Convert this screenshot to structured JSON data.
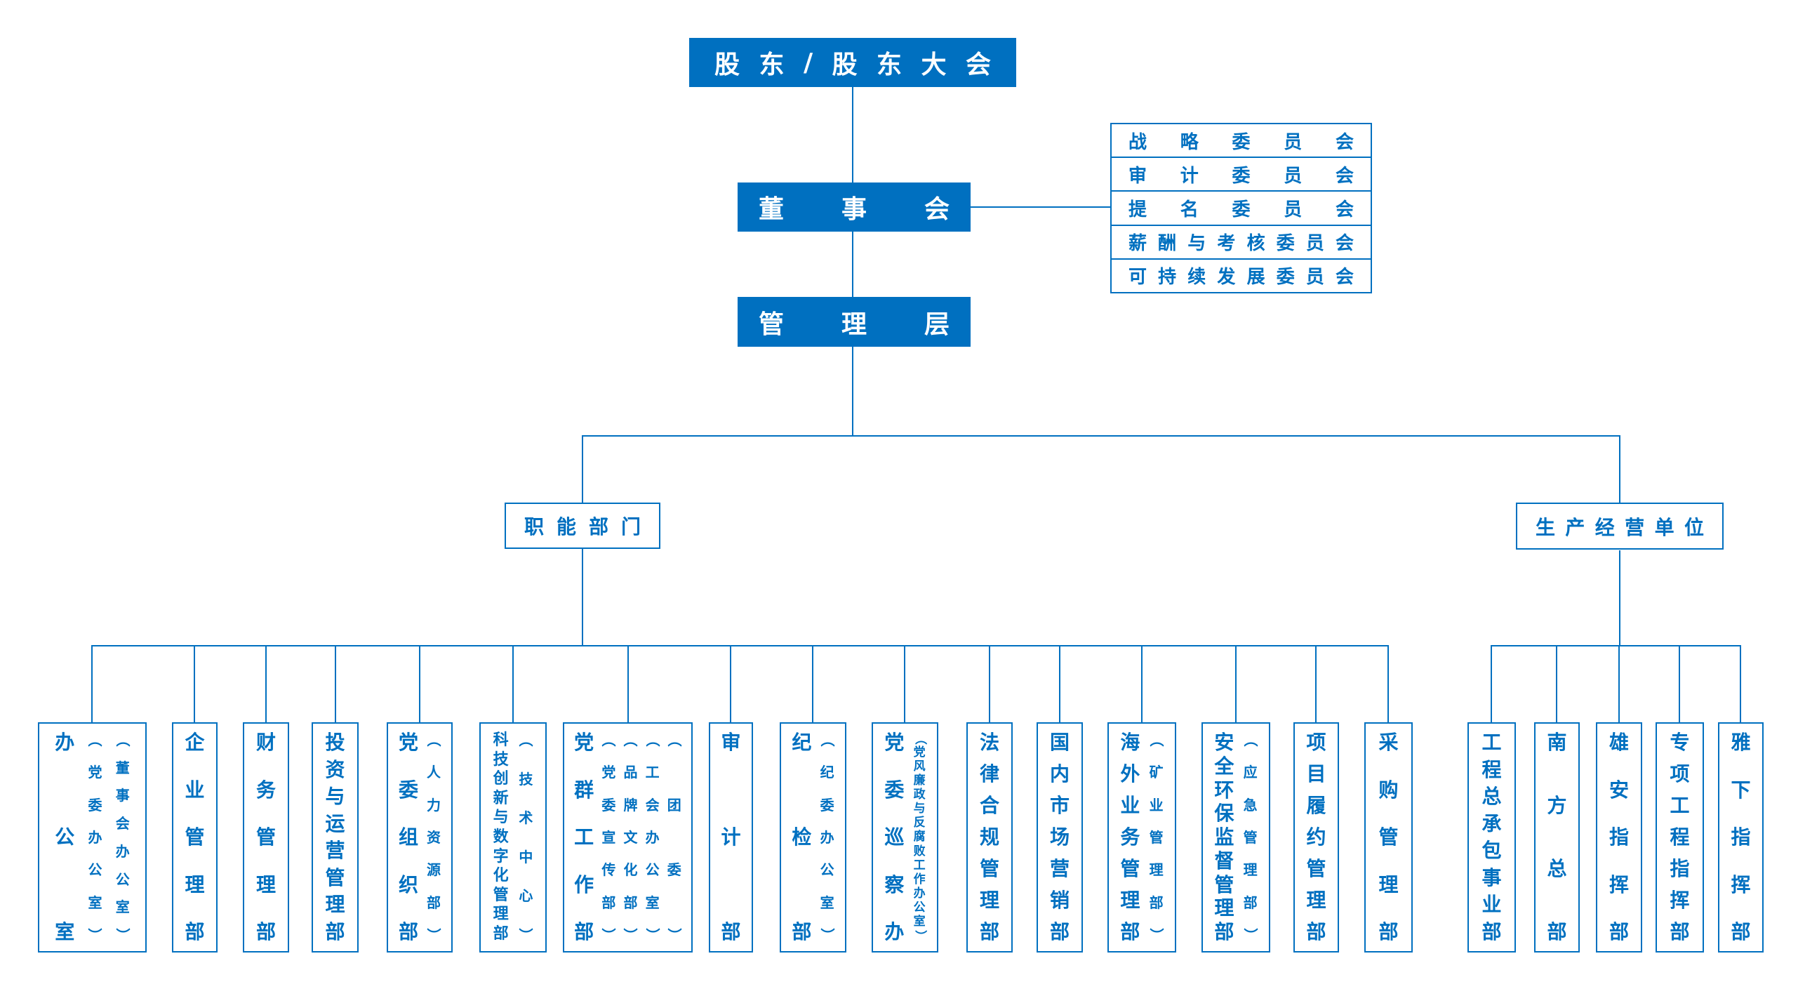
{
  "colors": {
    "accent": "#0070C0",
    "background": "#FFFFFF",
    "node_text": "#FFFFFF"
  },
  "nodes": {
    "shareholders": "股东/股东大会",
    "board": "董事会",
    "management": "管理层",
    "functional_header": "职能部门",
    "production_header": "生产经营单位"
  },
  "committees": [
    "战略委员会",
    "审计委员会",
    "提名委员会",
    "薪酬与考核委员会",
    "可持续发展委员会"
  ],
  "departments": [
    {
      "label": "办公室",
      "subs": [
        "（党委办公室）",
        "（董事会办公室）"
      ]
    },
    {
      "label": "企业管理部",
      "subs": []
    },
    {
      "label": "财务管理部",
      "subs": []
    },
    {
      "label": "投资与运营管理部",
      "subs": []
    },
    {
      "label": "党委组织部",
      "subs": [
        "（人力资源部）"
      ]
    },
    {
      "label": "科技创新与数字化管理部",
      "subs": [
        "（技术中心）"
      ]
    },
    {
      "label": "党群工作部",
      "subs": [
        "（党委宣传部）",
        "（品牌文化部）",
        "（工会办公室）",
        "（团委）"
      ]
    },
    {
      "label": "审计部",
      "subs": []
    },
    {
      "label": "纪检部",
      "subs": [
        "（纪委办公室）"
      ]
    },
    {
      "label": "党委巡察办",
      "subs": [
        "（党风廉政与反腐败工作办公室）"
      ]
    },
    {
      "label": "法律合规管理部",
      "subs": []
    },
    {
      "label": "国内市场营销部",
      "subs": []
    },
    {
      "label": "海外业务管理部",
      "subs": [
        "（矿业管理部）"
      ]
    },
    {
      "label": "安全环保监督管理部",
      "subs": [
        "（应急管理部）"
      ]
    },
    {
      "label": "项目履约管理部",
      "subs": []
    },
    {
      "label": "采购管理部",
      "subs": []
    }
  ],
  "production_units": [
    {
      "label": "工程总承包事业部"
    },
    {
      "label": "南方总部"
    },
    {
      "label": "雄安指挥部"
    },
    {
      "label": "专项工程指挥部"
    },
    {
      "label": "雅下指挥部"
    }
  ]
}
